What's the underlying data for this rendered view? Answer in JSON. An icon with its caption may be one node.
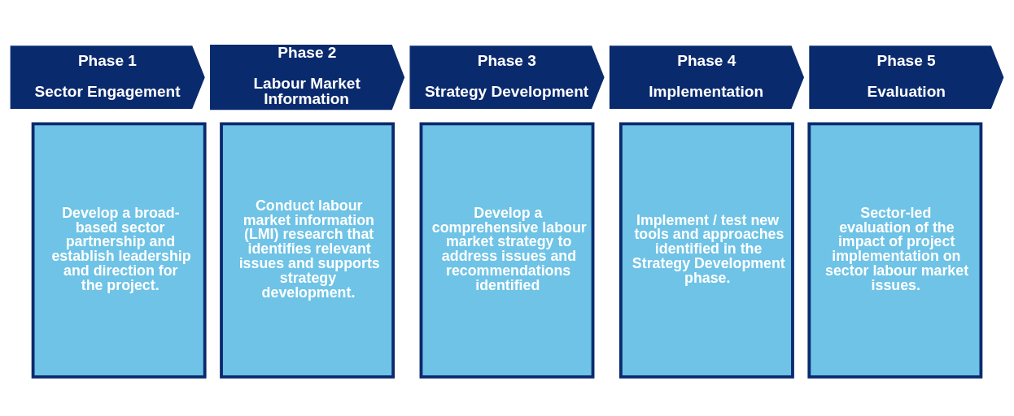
{
  "diagram": {
    "nodes": [
      {
        "text": [
          "Phase 1",
          "Sector Engagement"
        ]
      },
      {
        "text": [
          "Phase 2",
          "Labour Market Information"
        ]
      },
      {
        "text": [
          "Phase 3",
          "Strategy Development"
        ]
      },
      {
        "text": [
          "Phase 4",
          "Implementation"
        ]
      },
      {
        "text": [
          "Phase 5",
          "Evaluation"
        ]
      },
      {
        "text": [
          "Develop a broad-based sector partnership and establish leadership and direction for the project."
        ]
      },
      {
        "text": [
          "Conduct labour market information (LMI) research that identifies relevant issues and supports strategy development."
        ]
      },
      {
        "text": [
          "Develop a comprehensive labour market strategy to address issues and recommendations identified"
        ]
      },
      {
        "text": [
          "Implement / test new tools and approaches identified in the Strategy Development phase."
        ]
      },
      {
        "text": [
          "Sector-led evaluation of the impact of project implementation on sector labour market issues."
        ]
      }
    ]
  }
}
